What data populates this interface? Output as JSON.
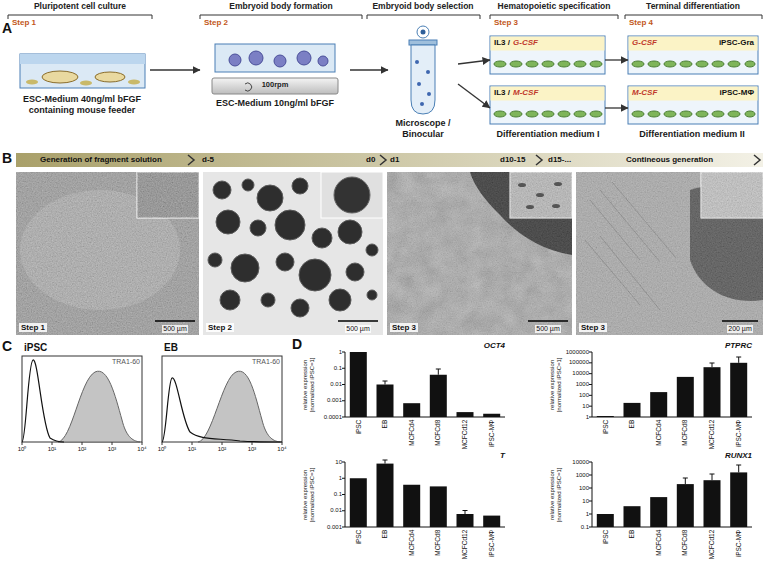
{
  "diagram": {
    "nodes": [
      {
        "text": [
          "ESC-Medium 40ng/ml bFGF containing mouse feeder"
        ]
      },
      {
        "text": [
          "100rpm",
          "ESC-Medium 10ng/ml bFGF"
        ]
      },
      {
        "text": [
          "Microscope / Binocular"
        ]
      },
      {
        "text": [
          "IL3 /",
          "G-CSF"
        ]
      },
      {
        "text": [
          "IL3 /",
          "M-CSF"
        ]
      },
      {
        "text": [
          "G-CSF",
          "iPSC-Gra"
        ]
      },
      {
        "text": [
          "M-CSF",
          "iPSC-MΦ"
        ]
      }
    ],
    "edges": [
      {
        "from": 0,
        "to": 1,
        "arrow": "to"
      },
      {
        "from": 1,
        "to": 2,
        "arrow": "to"
      },
      {
        "from": 2,
        "to": 3,
        "arrow": "to"
      },
      {
        "from": 2,
        "to": 4,
        "arrow": "to"
      },
      {
        "from": 3,
        "to": 5,
        "arrow": "to"
      },
      {
        "from": 4,
        "to": 6,
        "arrow": "to"
      }
    ],
    "labels": [
      "A",
      "Pluripotent cell culture",
      "Step 1",
      "Embryoid body formation",
      "Step 2",
      "Embryoid body selection",
      "Hematopoietic specification",
      "Step 3",
      "Terminal differentiation",
      "Step 4",
      "Differentiation medium I",
      "Differentiation medium II",
      "B",
      "Generation of fragment solution",
      "d-5",
      "d0",
      "d1",
      "d10-15",
      "d15-...",
      "Contineous generation",
      "Step 1",
      "500 µm",
      "Step 2",
      "500 µm",
      "Step 3",
      "500 µm",
      "Step 3",
      "200 µm",
      "C",
      "iPSC",
      "TRA1-60",
      "10⁰",
      "10¹",
      "10²",
      "10³",
      "10⁴",
      "EB",
      "TRA1-60",
      "10⁰",
      "10¹",
      "10²",
      "10³",
      "10⁴",
      "D",
      "OCT4",
      "relative expression [normalized iPSC=1]",
      "1",
      "0.1",
      "0.01",
      "0.001",
      "0.0001",
      "iPSC",
      "EB",
      "MCFCd4",
      "MCFCd8",
      "MCFCd12",
      "iPSC-MΦ",
      "PTPRC",
      "relative expression [normalized iPSC=1]",
      "1000000",
      "100000",
      "10000",
      "1000",
      "100",
      "10",
      "1",
      "iPSC",
      "EB",
      "MCFCd4",
      "MCFCd8",
      "MCFCd12",
      "iPSC-MΦ",
      "T",
      "relative expression [normalized iPSC=1]",
      "10",
      "1",
      "0.1",
      "0.01",
      "0.001",
      "iPSC",
      "EB",
      "MCFCd4",
      "MCFCd8",
      "MCFCd12",
      "iPSC-MΦ",
      "RUNX1",
      "relative expression [normalized iPSC=1]",
      "10000",
      "1000",
      "100",
      "10",
      "1",
      "0.1",
      "iPSC",
      "EB",
      "MCFCd4",
      "MCFCd8",
      "MCFCd12",
      "iPSC-MΦ"
    ]
  }
}
